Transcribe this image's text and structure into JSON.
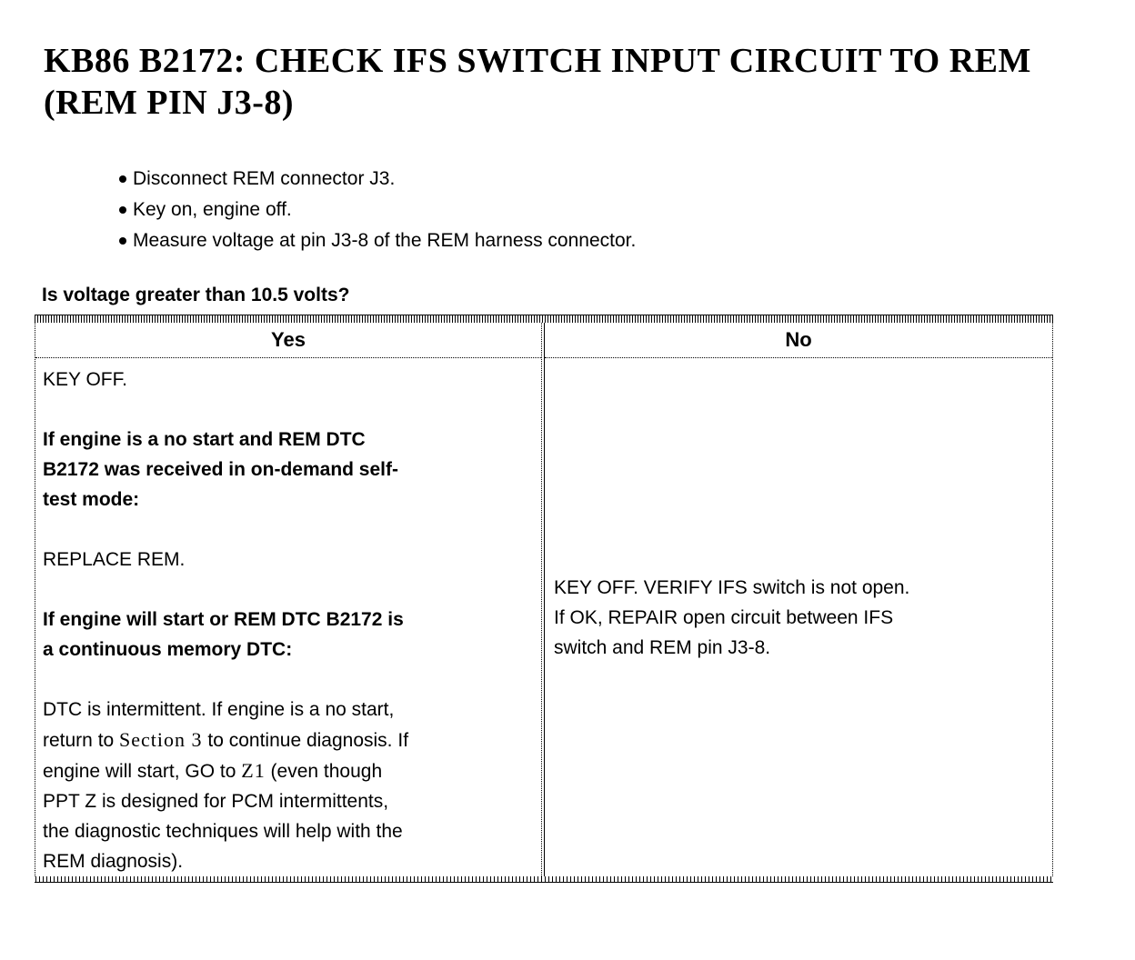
{
  "colors": {
    "text": "#000000",
    "background": "#ffffff"
  },
  "document": {
    "title_lines": [
      "KB86 B2172: CHECK IFS SWITCH INPUT CIRCUIT TO REM",
      "(REM PIN J3-8)"
    ],
    "bullets": [
      "Disconnect REM connector J3.",
      "Key on, engine off.",
      "Measure voltage at pin J3-8 of the REM harness connector."
    ],
    "question": "Is voltage greater than 10.5 volts?",
    "decision_table": {
      "yes_header": "Yes",
      "no_header": "No",
      "yes_cell": {
        "p1": [
          "KEY OFF."
        ],
        "p2": [
          "If engine is a no start and REM DTC",
          "B2172 was received in on-demand self-",
          "test mode:"
        ],
        "p3": [
          "REPLACE REM."
        ],
        "p4": [
          "If engine will start or REM DTC B2172 is",
          "a continuous memory DTC:"
        ],
        "p5": [
          "DTC is intermittent. If engine is a no start,",
          [
            {
              "t": "return to "
            },
            {
              "t": "Section 3",
              "serif": true
            },
            {
              "t": " to continue diagnosis. If"
            }
          ],
          [
            {
              "t": "engine will start, GO to "
            },
            {
              "t": "Z1",
              "serif": true
            },
            {
              "t": " (even though"
            }
          ],
          "PPT Z is designed for PCM intermittents,",
          "the diagnostic techniques will help with the",
          "REM diagnosis)."
        ]
      },
      "no_cell": [
        "KEY OFF. VERIFY IFS switch is not open.",
        "If OK, REPAIR open circuit between IFS",
        "switch and REM pin J3-8."
      ]
    }
  }
}
